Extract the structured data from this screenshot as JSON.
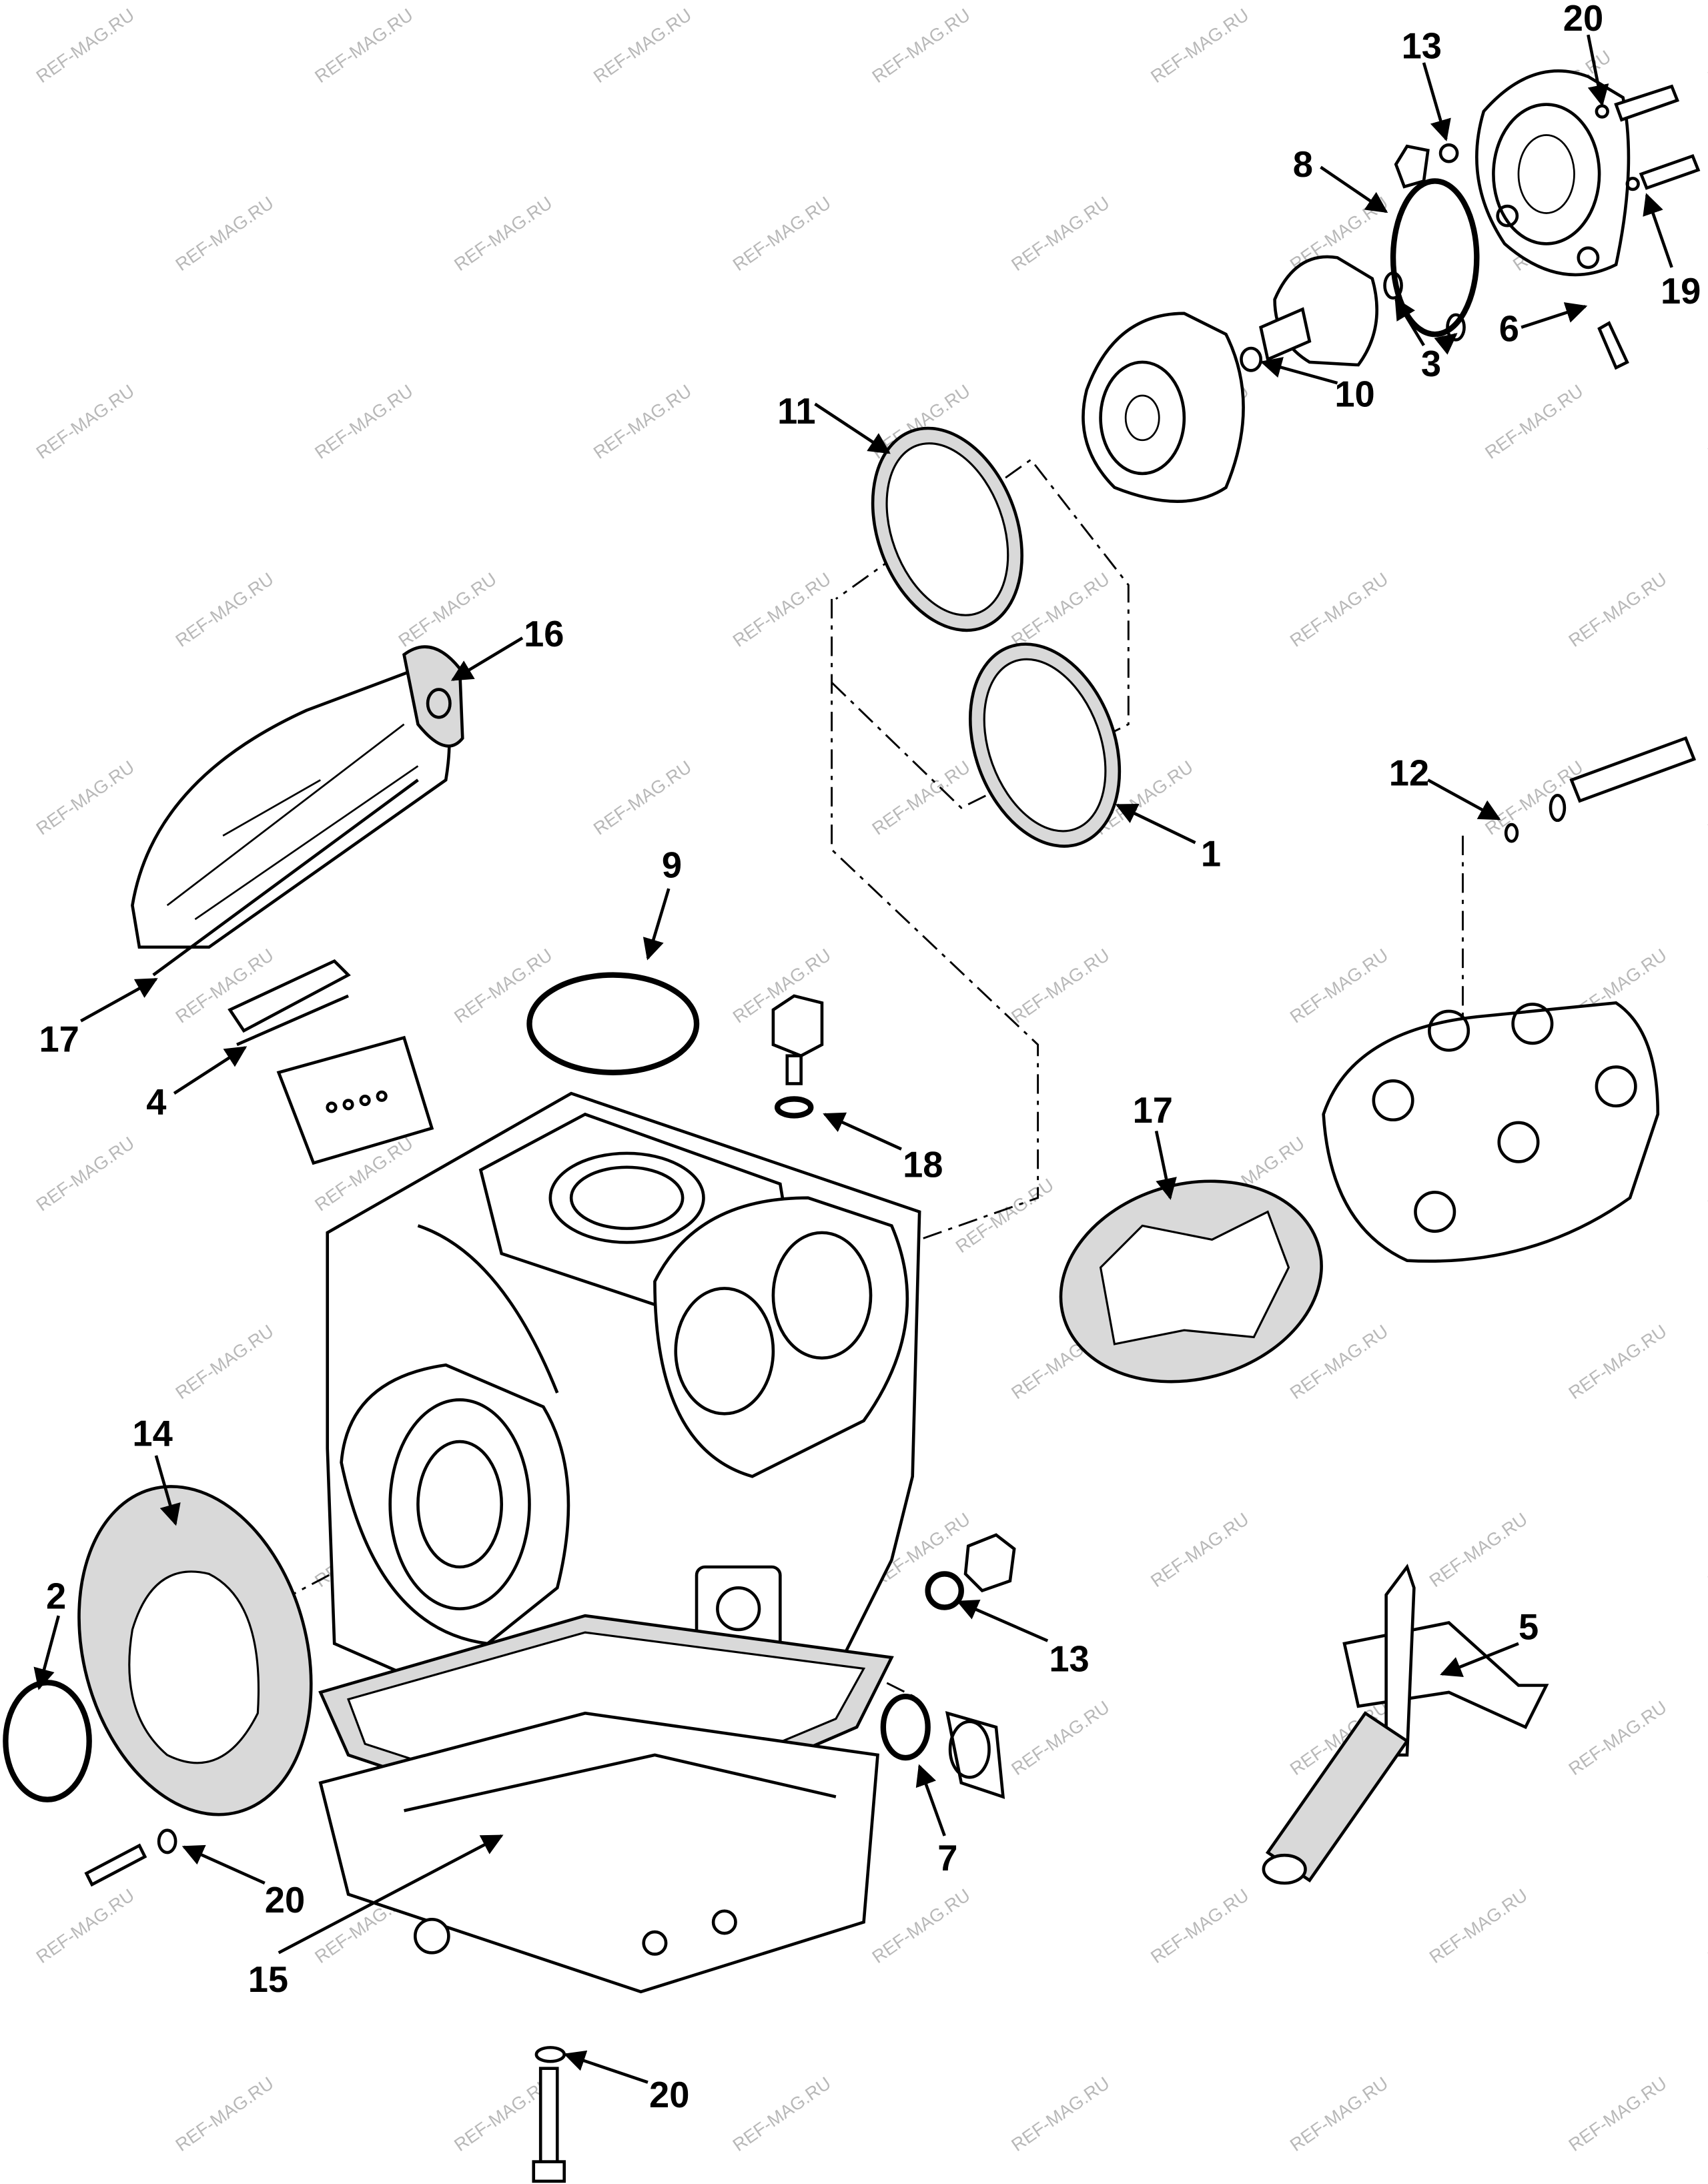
{
  "diagram": {
    "watermark": "REF-MAG.RU",
    "callouts": [
      {
        "label": "13"
      },
      {
        "label": "20"
      },
      {
        "label": "8"
      },
      {
        "label": "19"
      },
      {
        "label": "6"
      },
      {
        "label": "3"
      },
      {
        "label": "10"
      },
      {
        "label": "11"
      },
      {
        "label": "16"
      },
      {
        "label": "12"
      },
      {
        "label": "1"
      },
      {
        "label": "9"
      },
      {
        "label": "17"
      },
      {
        "label": "4"
      },
      {
        "label": "18"
      },
      {
        "label": "17"
      },
      {
        "label": "14"
      },
      {
        "label": "2"
      },
      {
        "label": "13"
      },
      {
        "label": "5"
      },
      {
        "label": "7"
      },
      {
        "label": "20"
      },
      {
        "label": "15"
      },
      {
        "label": "20"
      }
    ]
  }
}
